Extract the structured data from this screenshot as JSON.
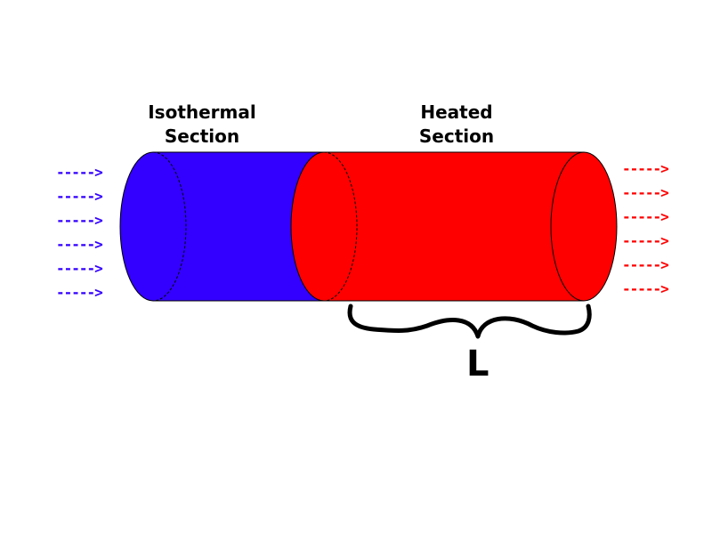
{
  "isothermal": {
    "label_line1": "Isothermal",
    "label_line2": "Section",
    "color": "#3300ff"
  },
  "heated": {
    "label_line1": "Heated",
    "label_line2": "Section",
    "color": "#ff0000"
  },
  "length_label": "L",
  "inflow_arrows": [
    "----->",
    "----->",
    "----->",
    "----->",
    "----->",
    "----->"
  ],
  "outflow_arrows": [
    "----->",
    "----->",
    "----->",
    "----->",
    "----->",
    "----->"
  ],
  "inflow_color": "#3300ff",
  "outflow_color": "#ff0000"
}
